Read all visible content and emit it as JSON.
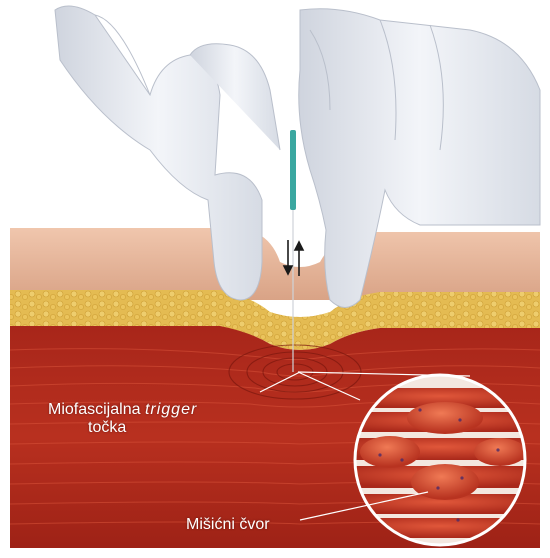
{
  "labels": {
    "trigger_point_line1_prefix": "Miofascijalna",
    "trigger_point_line1_italic": "trigger",
    "trigger_point_line2": "točka",
    "muscle_knot": "Mišićni čvor"
  },
  "colors": {
    "skin": "#e8b79b",
    "fat": "#e2b84d",
    "muscle": "#b52a1c",
    "muscle_dark": "#8f1c12",
    "glove": "#e9ecf2",
    "label_text": "#ffffff"
  },
  "icons": {
    "motion_arrows": "up-down-arrows-icon"
  }
}
